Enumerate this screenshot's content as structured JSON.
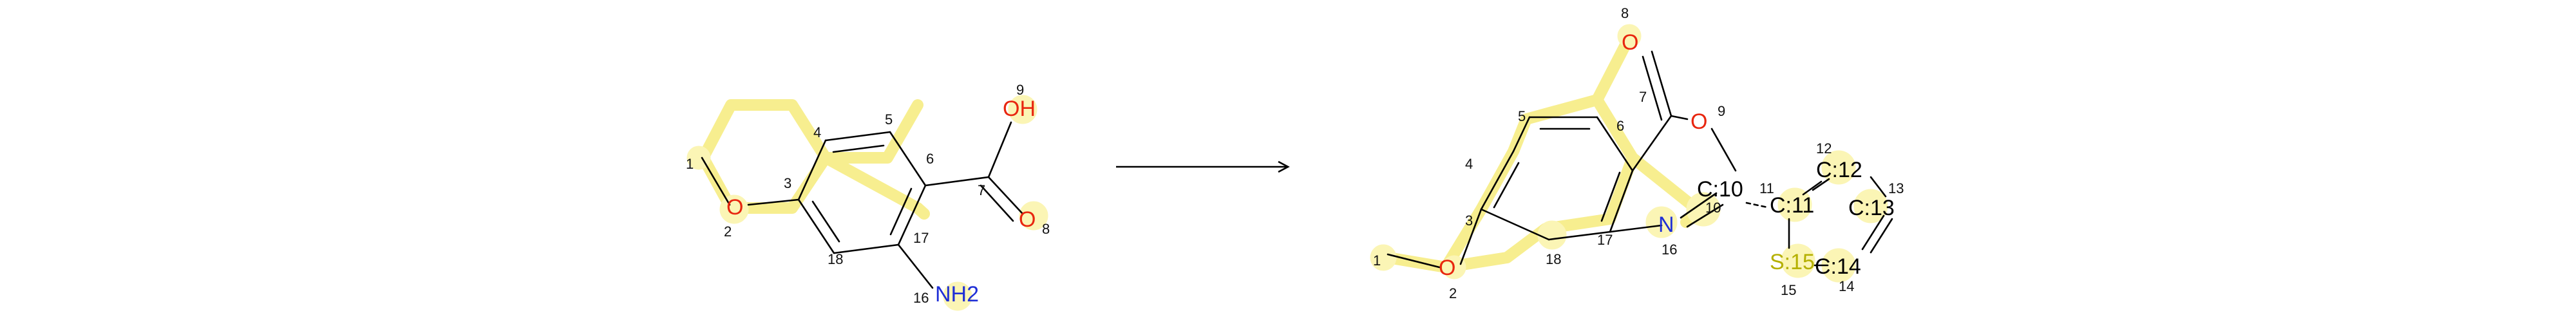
{
  "colors": {
    "highlight": "#fbf5b5",
    "highlight_bond": "#f7ee8f",
    "bond": "#000000",
    "oxygen": "#e8260f",
    "nitrogen": "#1f2fd6",
    "sulfur": "#b5b000",
    "carbon": "#000000"
  },
  "reactant": {
    "atom_labels": {
      "oh": "OH",
      "o_carbonyl": "O",
      "o_ether": "O",
      "nh2": "NH2"
    },
    "atom_numbers": [
      "1",
      "2",
      "3",
      "4",
      "5",
      "6",
      "7",
      "8",
      "9",
      "16",
      "17",
      "18"
    ]
  },
  "product": {
    "atom_labels": {
      "o_carbonyl": "O",
      "o_ring": "O",
      "n_ring": "N",
      "o_ether": "O",
      "c10": "C:10",
      "c11": "C:11",
      "c12": "C:12",
      "c13": "C:13",
      "c14": "C:14",
      "s15": "S:15"
    },
    "atom_numbers": [
      "1",
      "2",
      "3",
      "4",
      "5",
      "6",
      "7",
      "8",
      "9",
      "10",
      "11",
      "12",
      "13",
      "14",
      "15",
      "16",
      "17",
      "18"
    ]
  }
}
